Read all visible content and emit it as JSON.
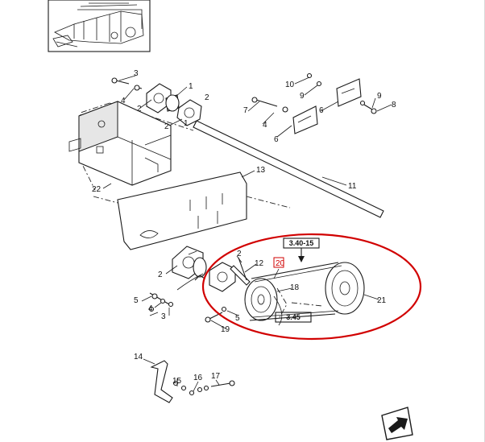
{
  "callouts": {
    "c1a": "1",
    "c1b": "1",
    "c2a": "2",
    "c2b": "2",
    "c2c": "2",
    "c2d": "2",
    "c3a": "3",
    "c3b": "3",
    "c4a": "4",
    "c4b": "4",
    "c4c": "4",
    "c5a": "5",
    "c5b": "5",
    "c6a": "6",
    "c6b": "6",
    "c7": "7",
    "c8": "8",
    "c9a": "9",
    "c9b": "9",
    "c10": "10",
    "c11": "11",
    "c12": "12",
    "c13": "13",
    "c14": "14",
    "c15": "15",
    "c16": "16",
    "c17": "17",
    "c18": "18",
    "c19": "19",
    "c20": "20",
    "c21": "21",
    "c22": "22"
  },
  "references": {
    "top_ref": "3.40-15",
    "bottom_ref": "3.45"
  },
  "colors": {
    "highlight": "#d10000",
    "ink": "#1a1a1a"
  },
  "icons": {
    "next_page": "next-page-arrow-icon"
  }
}
